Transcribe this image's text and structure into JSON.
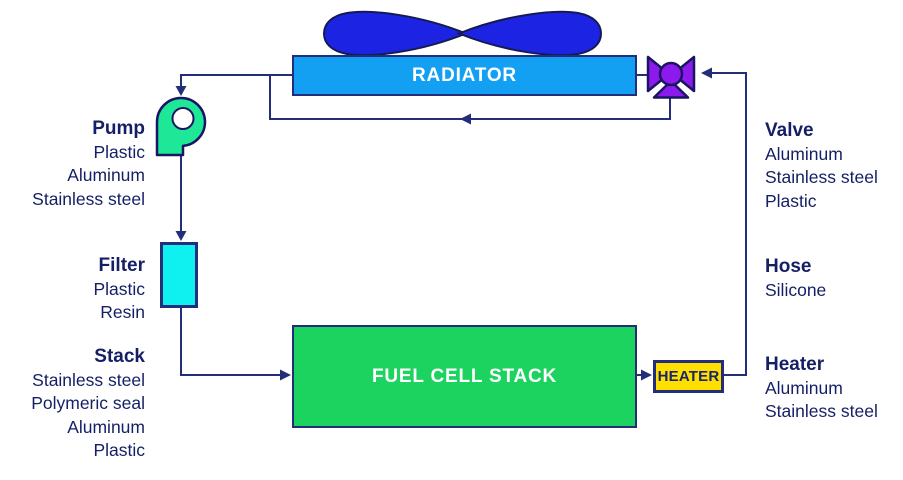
{
  "nodes": {
    "radiator": {
      "label": "RADIATOR"
    },
    "fuel_cell_stack": {
      "label": "FUEL CELL STACK"
    },
    "heater": {
      "label": "HEATER"
    }
  },
  "legend": {
    "pump": {
      "name": "Pump",
      "materials": [
        "Plastic",
        "Aluminum",
        "Stainless steel"
      ]
    },
    "filter": {
      "name": "Filter",
      "materials": [
        "Plastic",
        "Resin"
      ]
    },
    "stack": {
      "name": "Stack",
      "materials": [
        "Stainless steel",
        "Polymeric seal",
        "Aluminum",
        "Plastic"
      ]
    },
    "valve": {
      "name": "Valve",
      "materials": [
        "Aluminum",
        "Stainless steel",
        "Plastic"
      ]
    },
    "hose": {
      "name": "Hose",
      "materials": [
        "Silicone"
      ]
    },
    "heater": {
      "name": "Heater",
      "materials": [
        "Aluminum",
        "Stainless steel"
      ]
    }
  },
  "icons": {
    "fan": "fan-icon",
    "valve": "valve-icon",
    "pump": "pump-icon"
  },
  "colors": {
    "background": "#FFFFFF",
    "text_navy": "#141F66",
    "line_navy": "#242D7A",
    "fan_blue": "#1C23E3",
    "radiator_blue": "#14A0F2",
    "pump_green": "#1EE897",
    "filter_cyan": "#0FF0F0",
    "stack_green": "#1DD35F",
    "heater_yellow": "#FFDF00",
    "valve_purple": "#8C1AEC"
  }
}
